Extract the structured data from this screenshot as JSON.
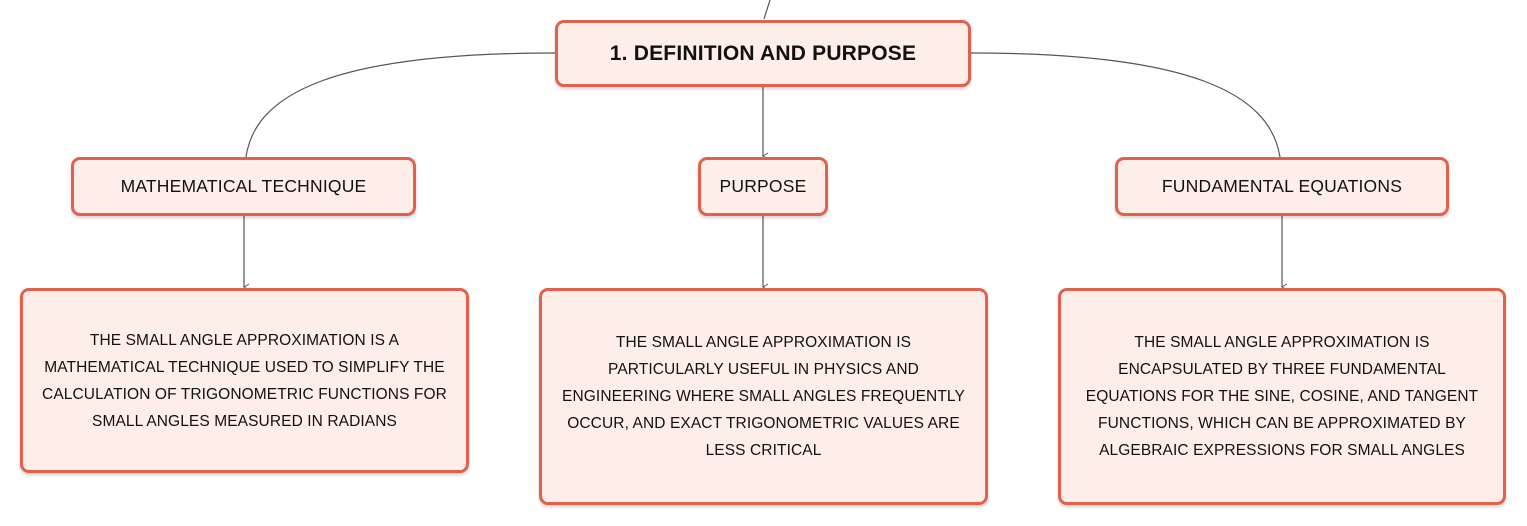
{
  "diagram": {
    "root": {
      "label": "1. DEFINITION AND PURPOSE"
    },
    "branches": [
      {
        "label": "MATHEMATICAL TECHNIQUE",
        "detail": "THE SMALL ANGLE APPROXIMATION IS A MATHEMATICAL TECHNIQUE USED TO SIMPLIFY THE CALCULATION OF TRIGONOMETRIC FUNCTIONS FOR SMALL ANGLES MEASURED IN RADIANS"
      },
      {
        "label": "PURPOSE",
        "detail": "THE SMALL ANGLE APPROXIMATION IS PARTICULARLY USEFUL IN PHYSICS AND ENGINEERING WHERE SMALL ANGLES FREQUENTLY OCCUR, AND EXACT TRIGONOMETRIC VALUES ARE LESS CRITICAL"
      },
      {
        "label": "FUNDAMENTAL EQUATIONS",
        "detail": "THE SMALL ANGLE APPROXIMATION IS ENCAPSULATED BY THREE FUNDAMENTAL EQUATIONS FOR THE SINE, COSINE, AND TANGENT FUNCTIONS, WHICH CAN BE APPROXIMATED BY ALGEBRAIC EXPRESSIONS FOR SMALL ANGLES"
      }
    ],
    "colors": {
      "node_fill": "#fdeee9",
      "node_border": "#e2604c",
      "connector": "#555555",
      "text": "#111111"
    }
  }
}
